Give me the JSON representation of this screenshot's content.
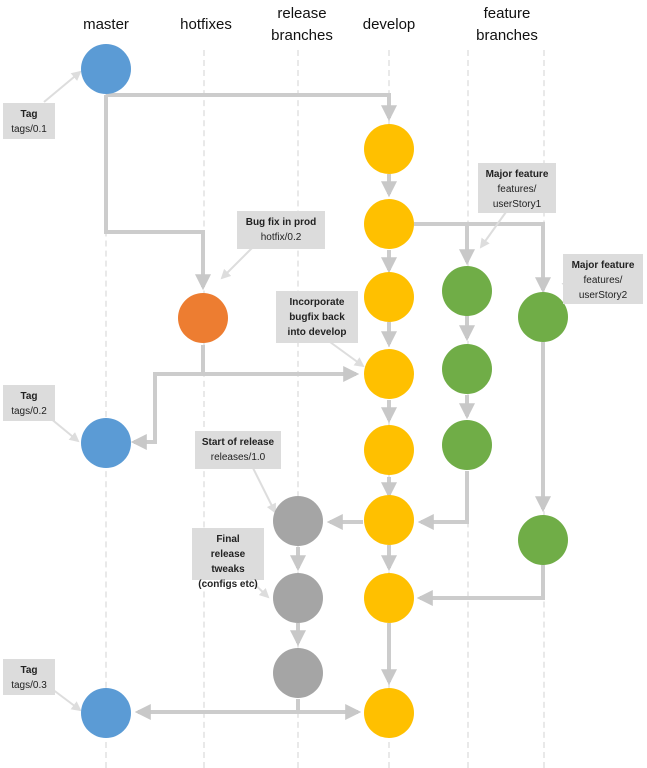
{
  "headers": {
    "master": "master",
    "hotfixes": "hotfixes",
    "release": "release\nbranches",
    "develop": "develop",
    "feature": "feature\nbranches"
  },
  "notes": {
    "tag01": {
      "title": "Tag",
      "body": "tags/0.1"
    },
    "tag02": {
      "title": "Tag",
      "body": "tags/0.2"
    },
    "tag03": {
      "title": "Tag",
      "body": "tags/0.3"
    },
    "bugfix": {
      "title": "Bug fix in prod",
      "body": "hotfix/0.2"
    },
    "incorporate": {
      "title": "Incorporate bugfix back into develop",
      "body": ""
    },
    "feature1": {
      "title": "Major feature",
      "body": "features/ userStory1"
    },
    "feature2": {
      "title": "Major feature",
      "body": "features/ userStory2"
    },
    "release_start": {
      "title": "Start of release",
      "body": "releases/1.0"
    },
    "final_tweaks": {
      "title": "Final release tweaks (configs etc)",
      "body": ""
    }
  },
  "colors": {
    "master": "#5b9bd5",
    "hotfix": "#ed7d31",
    "develop": "#ffc000",
    "feature": "#70ad47",
    "release": "#a5a5a5",
    "arrow": "#cccccc",
    "note_bg": "#dcdcdc"
  }
}
